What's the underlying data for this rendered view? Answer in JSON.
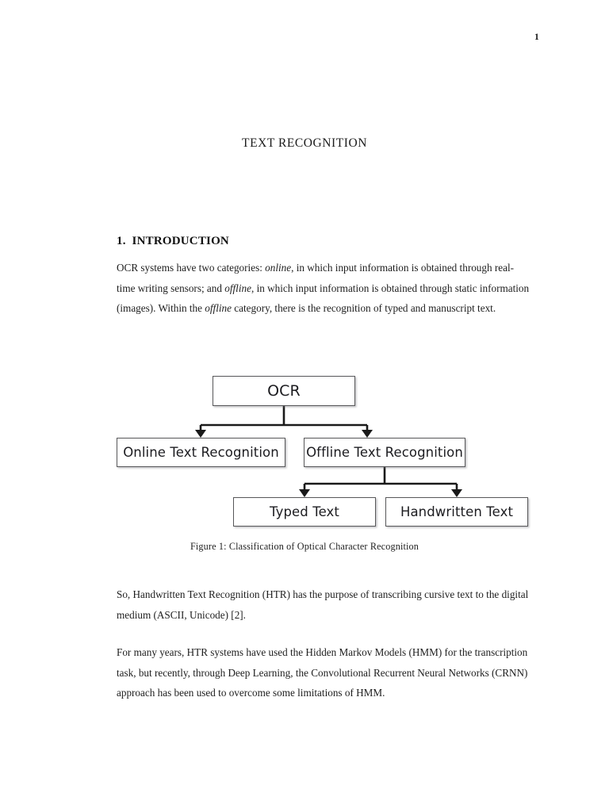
{
  "page": {
    "number": "1",
    "title": "TEXT RECOGNITION",
    "background_color": "#ffffff",
    "text_color": "#1e1e1e"
  },
  "section": {
    "number": "1.",
    "heading": "1.  INTRODUCTION"
  },
  "paragraphs": {
    "intro": {
      "part1": "OCR systems have two categories: ",
      "em1": "online",
      "part2": ", in which input information is obtained through real-time writing sensors; and ",
      "em2": "offline",
      "part3": ", in which input information is obtained through static information (images). Within the ",
      "em3": "offline",
      "part4": " category, there is the recognition of typed and manuscript text."
    },
    "htr": "So, Handwritten Text Recognition (HTR) has the purpose of transcribing cursive text to the digital medium (ASCII, Unicode) [2].",
    "hmm": "For many years, HTR systems have used the Hidden Markov Models (HMM) for the transcription task, but recently, through Deep Learning, the Convolutional Recurrent Neural Networks (CRNN) approach has been used to overcome some limitations of HMM."
  },
  "figure": {
    "caption": "Figure 1: Classification of Optical Character Recognition",
    "node_border_color": "#58585a",
    "connector_color": "#1a1a1a",
    "nodes": {
      "root": "OCR",
      "online": "Online Text Recognition",
      "offline": "Offline Text Recognition",
      "typed": "Typed Text",
      "handwritten": "Handwritten Text"
    },
    "diagram_type": "tree",
    "edges": [
      {
        "from": "OCR",
        "to": "Online Text Recognition"
      },
      {
        "from": "OCR",
        "to": "Offline Text Recognition"
      },
      {
        "from": "Offline Text Recognition",
        "to": "Typed Text"
      },
      {
        "from": "Offline Text Recognition",
        "to": "Handwritten Text"
      }
    ]
  }
}
